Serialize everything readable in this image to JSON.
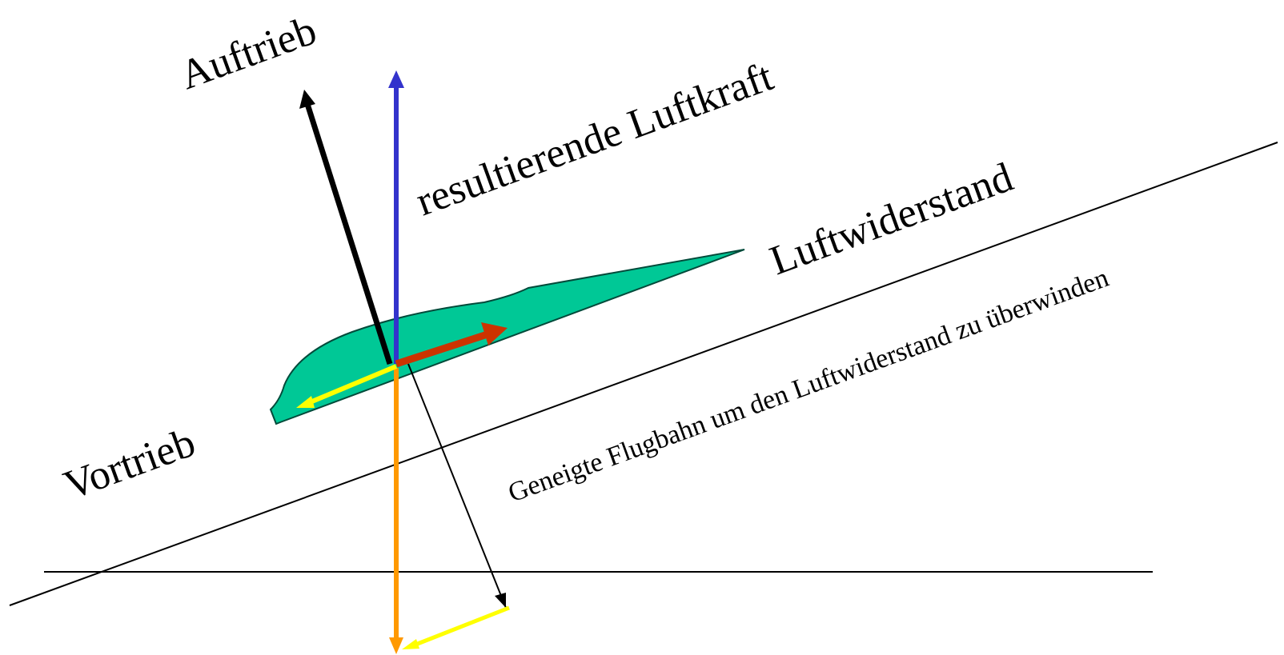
{
  "labels": {
    "auftrieb": "Auftrieb",
    "resultierende": "resultierende Luftkraft",
    "luftwiderstand": "Luftwiderstand",
    "vortrieb": "Vortrieb",
    "flugbahn": "Geneigte Flugbahn um den Luftwiderstand zu überwinden"
  },
  "colors": {
    "wing_fill": "#00c896",
    "wing_stroke": "#004a3a",
    "resultant": "#3333cc",
    "lift": "#000000",
    "drag": "#cc3300",
    "thrust": "#ffff00",
    "weight": "#ff9900",
    "lines": "#000000"
  }
}
